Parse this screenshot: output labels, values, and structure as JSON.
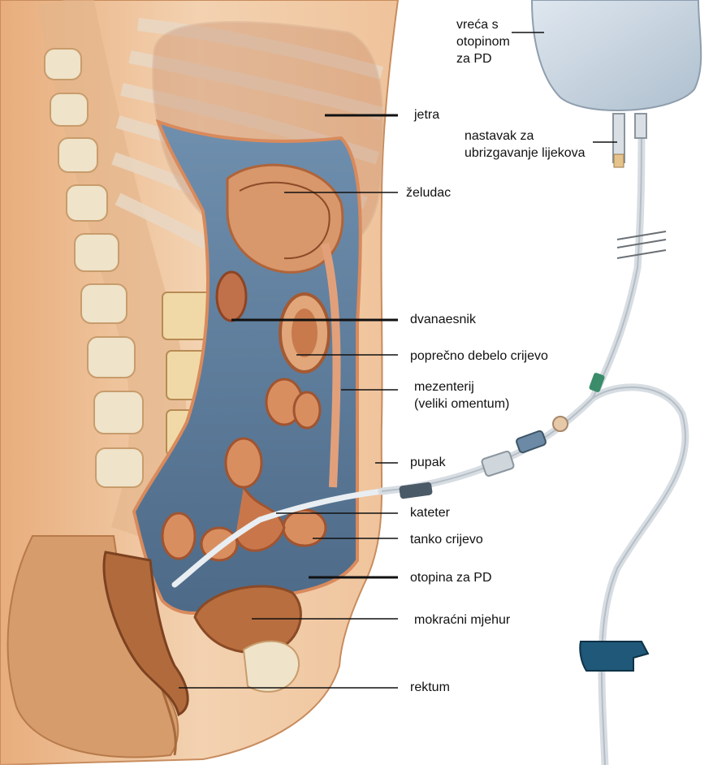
{
  "labels": {
    "bag": "vreća s\notopinom\nza PD",
    "injection_port": "nastavak za\nubrizgavanje lijekova",
    "liver": "jetra",
    "stomach": "želudac",
    "duodenum": "dvanaesnik",
    "transverse_colon": "poprečno debelo crijevo",
    "mesentery": "mezenterij\n(veliki omentum)",
    "navel": "pupak",
    "catheter": "kateter",
    "small_intestine": "tanko crijevo",
    "pd_solution": "otopina za PD",
    "bladder": "mokraćni mjehur",
    "rectum": "rektum"
  },
  "colors": {
    "skin": "#f1c9a3",
    "skin_dark": "#d69866",
    "peritoneal_fluid": "#5f7f9e",
    "organ": "#c7784e",
    "bone": "#efe3c9",
    "tube": "#e8ebee",
    "bag": "#c9d6e2",
    "clamp": "#1f5878"
  }
}
